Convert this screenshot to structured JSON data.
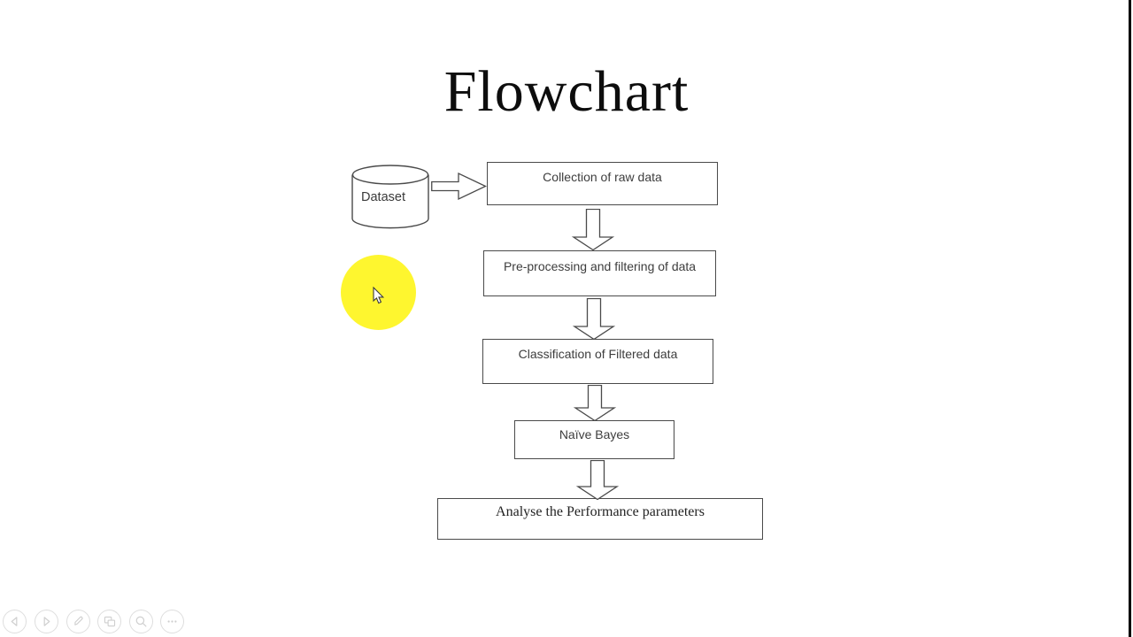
{
  "slide": {
    "title": "Flowchart",
    "dataset": {
      "label": "Dataset"
    },
    "steps": [
      "Collection of raw data",
      "Pre-processing and filtering of data",
      "Classification of Filtered data",
      "Naïve Bayes",
      "Analyse the Performance parameters"
    ],
    "highlight_color": "#fef62f",
    "shape_stroke_color": "#4a4a4a"
  },
  "toolbar": {
    "buttons": [
      {
        "name": "previous-slide"
      },
      {
        "name": "next-slide"
      },
      {
        "name": "pen-tools"
      },
      {
        "name": "see-all-slides"
      },
      {
        "name": "zoom-slide"
      },
      {
        "name": "more-options"
      }
    ]
  }
}
